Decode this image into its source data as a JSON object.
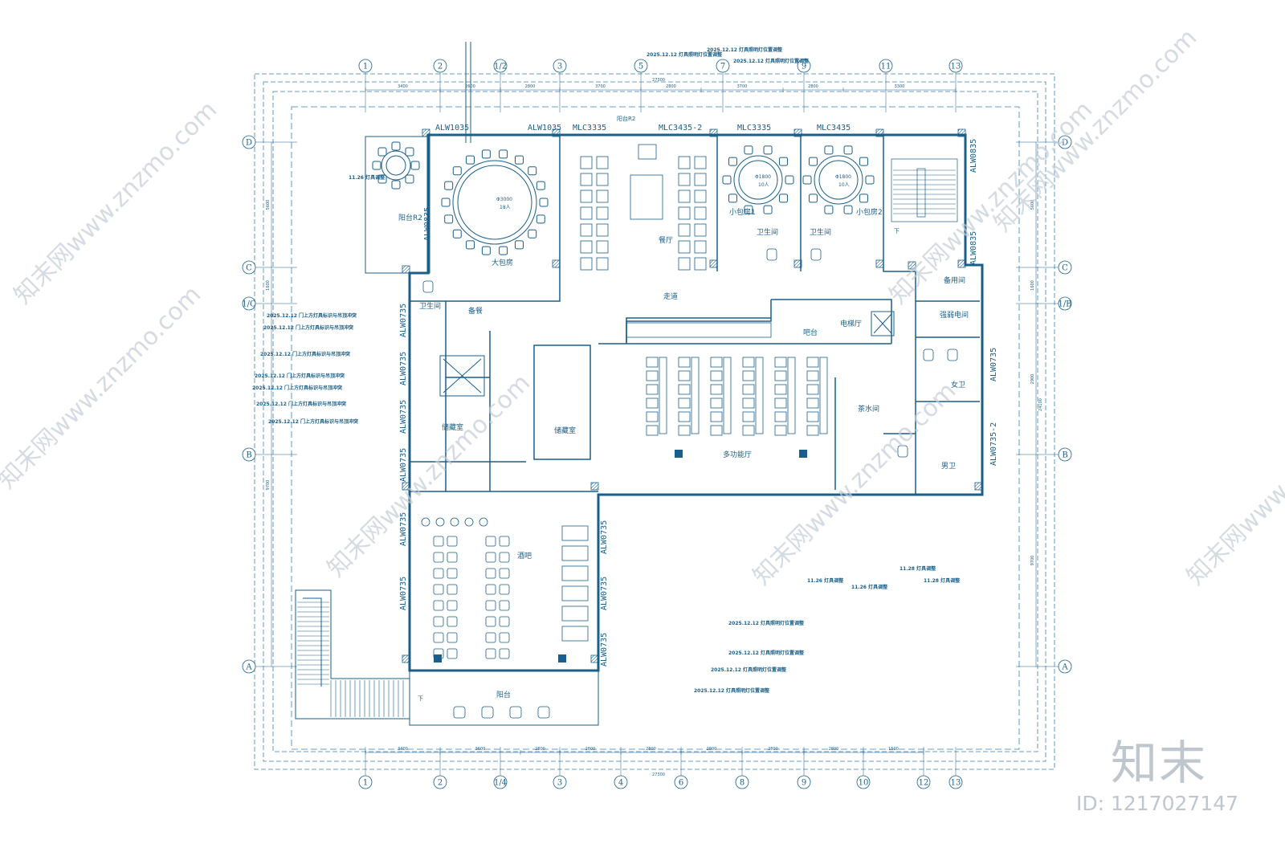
{
  "grid_top": [
    "1",
    "2",
    "1/2",
    "3",
    "5",
    "7",
    "9",
    "11",
    "13"
  ],
  "grid_bottom": [
    "1",
    "2",
    "1/4",
    "3",
    "4",
    "6",
    "8",
    "9",
    "10",
    "12",
    "13"
  ],
  "grid_left": [
    "D",
    "C",
    "1/C",
    "B",
    "A"
  ],
  "grid_right": [
    "D",
    "C",
    "1/B",
    "B",
    "A"
  ],
  "dims_top": [
    "3400",
    "2600",
    "2800",
    "3700",
    "2800",
    "3700",
    "2800",
    "3300"
  ],
  "dim_total_top": "27300",
  "dims_bottom": [
    "3400",
    "3600",
    "2800",
    "2800",
    "2800",
    "2800",
    "2800",
    "2800",
    "1500"
  ],
  "dim_total_bottom": "27300",
  "dims_left": [
    "5600",
    "1600",
    "9700"
  ],
  "dims_right": [
    "5600",
    "1600",
    "2900",
    "9700"
  ],
  "dim_total_right": "24100",
  "window_tags": {
    "alw1035_a": "ALW1035",
    "alw1035_b": "ALW1035",
    "mlc3335_a": "MLC3335",
    "mlc3435_2": "MLC3435-2",
    "mlc3335_b": "MLC3335",
    "mlc3435": "MLC3435",
    "alw0835_a": "ALW0835",
    "alw0835_b": "ALW0835",
    "alw0835_c": "ALW0835",
    "alw0735_list": [
      "ALW0735",
      "ALW0735",
      "ALW0735",
      "ALW0735",
      "ALW0735",
      "ALW0735"
    ],
    "alw0735_mid": [
      "ALW0735",
      "ALW0735",
      "ALW0735"
    ],
    "alw0735_2": "ALW0735-2",
    "alw0735_right": "ALW0735"
  },
  "rooms": {
    "balcony2": "阳台R2",
    "big_private": "大包房",
    "big_table": "Φ3000",
    "big_table_cap": "18人",
    "dining": "餐厅",
    "balcony_top": "阳台R2",
    "small_private1": "小包房1",
    "small_private2": "小包房2",
    "small_table": "Φ1800",
    "small_table_cap": "10人",
    "small_table2": "Φ1800",
    "small_table2_cap": "10人",
    "wc1": "卫生间",
    "wc2": "卫生间",
    "corridor": "走道",
    "bar": "吧台",
    "elevator_hall": "电梯厅",
    "spare": "备用间",
    "weak_elec": "强弱电间",
    "female_wc": "女卫",
    "male_wc": "男卫",
    "tea": "茶水间",
    "multi": "多功能厅",
    "wc_left": "卫生间",
    "pantry": "备餐",
    "storage_left": "储藏室",
    "storage_mid": "储藏室",
    "pub": "酒吧",
    "balcony_bottom": "阳台",
    "down1": "下",
    "down2": "下"
  },
  "notes": {
    "top_a": "2025.12.12 灯具照明灯位置调整",
    "top_b": "2025.12.12 灯具照明灯位置调整",
    "top_c": "2025.12.12 灯具照明灯位置调整",
    "balcony_note": "11.26 灯具调整",
    "left_list": [
      "2025.12.12 门上方灯具标识与吊顶冲突",
      "2025.12.12 门上方灯具标识与吊顶冲突",
      "2025.12.12 门上方灯具标识与吊顶冲突",
      "2025.12.12 门上方灯具标识与吊顶冲突",
      "2025.12.12 门上方灯具标识与吊顶冲突",
      "2025.12.12 门上方灯具标识与吊顶冲突",
      "2025.12.12 门上方灯具标识与吊顶冲突"
    ],
    "right_a": "11.28 灯具调整",
    "right_b": "11.26 灯具调整",
    "right_c": "11.28 灯具调整",
    "right_d": "11.26 灯具调整",
    "bottom_list": [
      "2025.12.12 灯具照明灯位置调整",
      "2025.12.12 灯具照明灯位置调整",
      "2025.12.12 灯具照明灯位置调整",
      "2025.12.12 灯具照明灯位置调整"
    ]
  },
  "watermark": "知末网www.znzmo.com",
  "brand": "知末",
  "image_id": "ID: 1217027147",
  "colors": {
    "line": "#1a5f8a",
    "dash": "#3b7fb0",
    "watermark": "#c4cdd6"
  }
}
